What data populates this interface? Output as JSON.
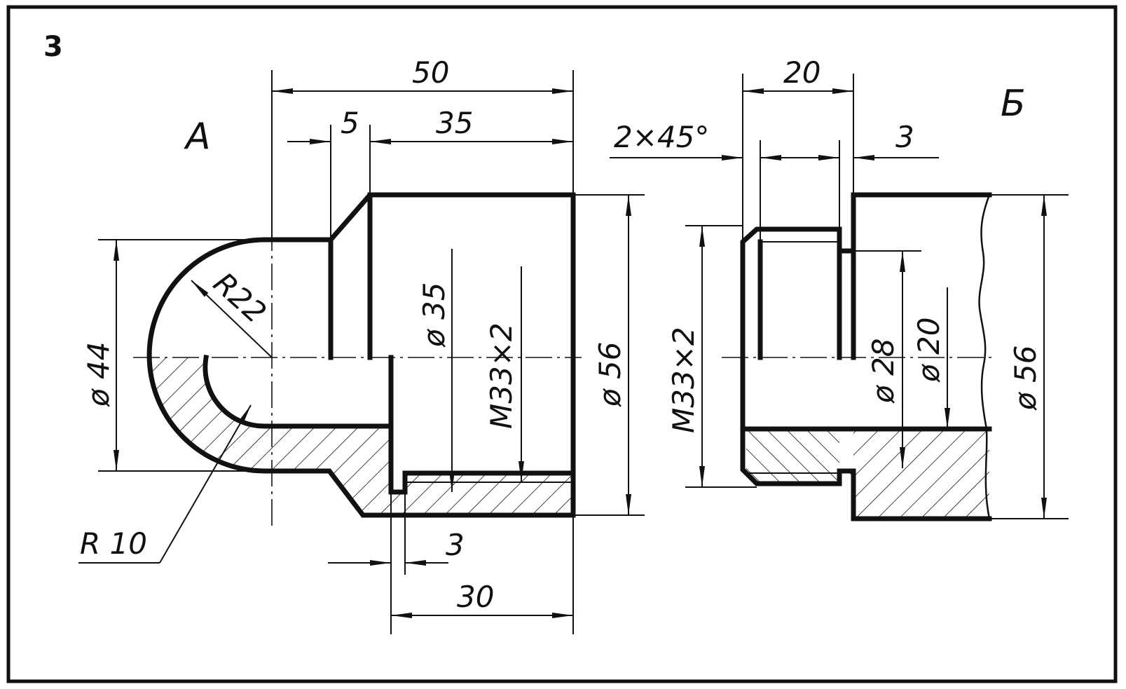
{
  "figure_number": "3",
  "views": {
    "a": {
      "title": "А",
      "dimensions": {
        "d50": "50",
        "d5": "5",
        "d35": "35",
        "dia44": "ø 44",
        "r22": "R22",
        "dia35": "ø 35",
        "m33": "M33×2",
        "dia56": "ø 56",
        "r10": "R 10",
        "d3": "3",
        "d30": "30"
      }
    },
    "b": {
      "title": "Б",
      "dimensions": {
        "d20": "20",
        "chamfer": "2×45°",
        "d3": "3",
        "m33": "M33×2",
        "dia28": "ø 28",
        "dia20": "ø 20",
        "dia56": "ø 56"
      }
    }
  }
}
